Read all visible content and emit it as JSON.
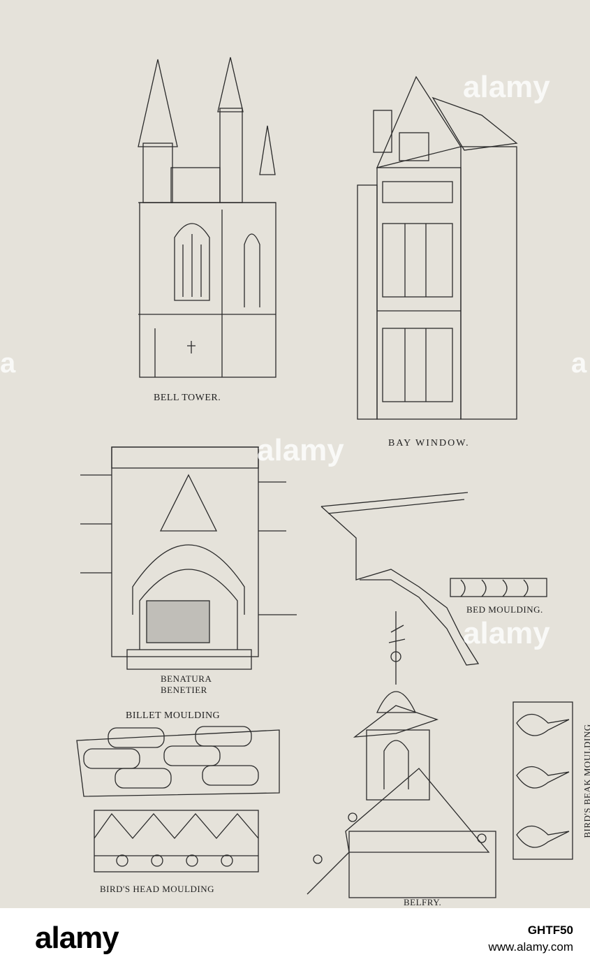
{
  "captions": {
    "bell_tower": "BELL TOWER.",
    "bay_window": "BAY WINDOW.",
    "bed_moulding": "BED MOULDING.",
    "benatura": "BENATURA",
    "benetier": "BENETIER",
    "billet_moulding": "BILLET MOULDING",
    "birds_head": "BIRD'S HEAD MOULDING",
    "belfry": "BELFRY.",
    "birds_beak": "BIRD'S BEAK MOULDING"
  },
  "watermark": {
    "text": "alamy",
    "mark": "a"
  },
  "footer": {
    "logo": "alamy",
    "image_code": "GHTF50",
    "url": "www.alamy.com"
  },
  "colors": {
    "paper": "#e5e2da",
    "ink": "#222222"
  }
}
